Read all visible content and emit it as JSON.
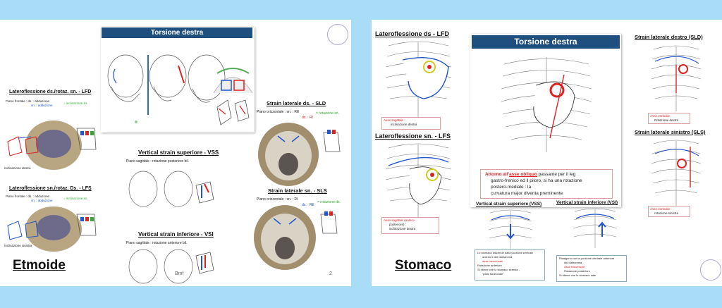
{
  "slide1": {
    "header": "Torsione destra",
    "footer_brand": "Bmf",
    "page_number": "2",
    "big_label": "Etmoide",
    "lfd": {
      "title": "Lateroflessione ds./rotaz. sn. - LFD",
      "line1": "Piano frontale : ds. : abduzione",
      "line2": "sn. : adduzione",
      "axis": "= inclinazione dx.",
      "caption": "Inclinazione destra"
    },
    "lfs": {
      "title": "Lateroflessione sn./rotaz. Ds. - LFS",
      "line1": "Piano frontale : ds. : adduzione",
      "line2": "sn. : abduzione",
      "axis": "= inclinazione sn.",
      "caption": "Inclinazione sinistra"
    },
    "vss": {
      "title": "Vertical strain superiore - VSS",
      "desc": "Piano sagittale : rotazione posteriore bil."
    },
    "vsi": {
      "title": "Vertical strain inferiore - VSI",
      "desc": "Piano sagittale : rotazione anteriore bil."
    },
    "sld": {
      "title": "Strain laterale ds. - SLD",
      "line1": "Piano orizzontale : sn. : RE",
      "line2": "ds. : RI",
      "axis": "= rotazione sn."
    },
    "sls": {
      "title": "Strain laterale sn. - SLS",
      "line1": "Piano orizzontale : sn. : RI",
      "line2": "ds. : RE",
      "axis": "= rotazione ds."
    }
  },
  "slide2": {
    "header": "Torsione destra",
    "big_label": "Stomaco",
    "lfd": {
      "title": "Lateroflessione ds - LFD",
      "note1": "Asse sagittale :",
      "note2": "inclinazione destra"
    },
    "lfs": {
      "title": "Lateroflessione sn. - LFS",
      "note1": "Asse sagittale (antero-",
      "note2": "posteriore) :",
      "note3": "inclinazione destra"
    },
    "sld": {
      "title": "Strain laterale destro (SLD)",
      "note1": "Asse verticale :",
      "note2": "Rotazione destra"
    },
    "sls": {
      "title": "Strain laterale sinistro (SLS)",
      "note1": "Asse verticale :",
      "note2": "rotazione sinistra"
    },
    "vss": {
      "title": "Vertical strain superiore (VSS)",
      "notes": [
        "Lo stomaco discende dalla porzione centrale",
        "anteriore del diaframma",
        "asse trasversale",
        "Rotazione anteriore",
        "Si ritiene che lo stomaco scenda -",
        "\"ptosi funzionale\""
      ]
    },
    "vsi": {
      "title": "Vertical strain inferiore (VSI)",
      "notes": [
        "Risalgono con la porzione centrale anteriore",
        "del diaframma",
        "Asse trasversale",
        "Rotazione posteriore",
        "Si ritiene che lo stomaco sale"
      ]
    },
    "torsion_text": {
      "line1a": "Attorno all'",
      "line1b": "asse obliquo",
      "line1c": " passante per il leg",
      "line2": "gastro-frenico ed il piloro, si ha una rotazione",
      "line3": "postero-mediale : la",
      "line4": "curvatura major diventa preminente"
    }
  },
  "colors": {
    "background": "#a9dcf6",
    "header_blue": "#1f4f7f",
    "accent_red": "#d22",
    "accent_blue": "#2255cc"
  }
}
